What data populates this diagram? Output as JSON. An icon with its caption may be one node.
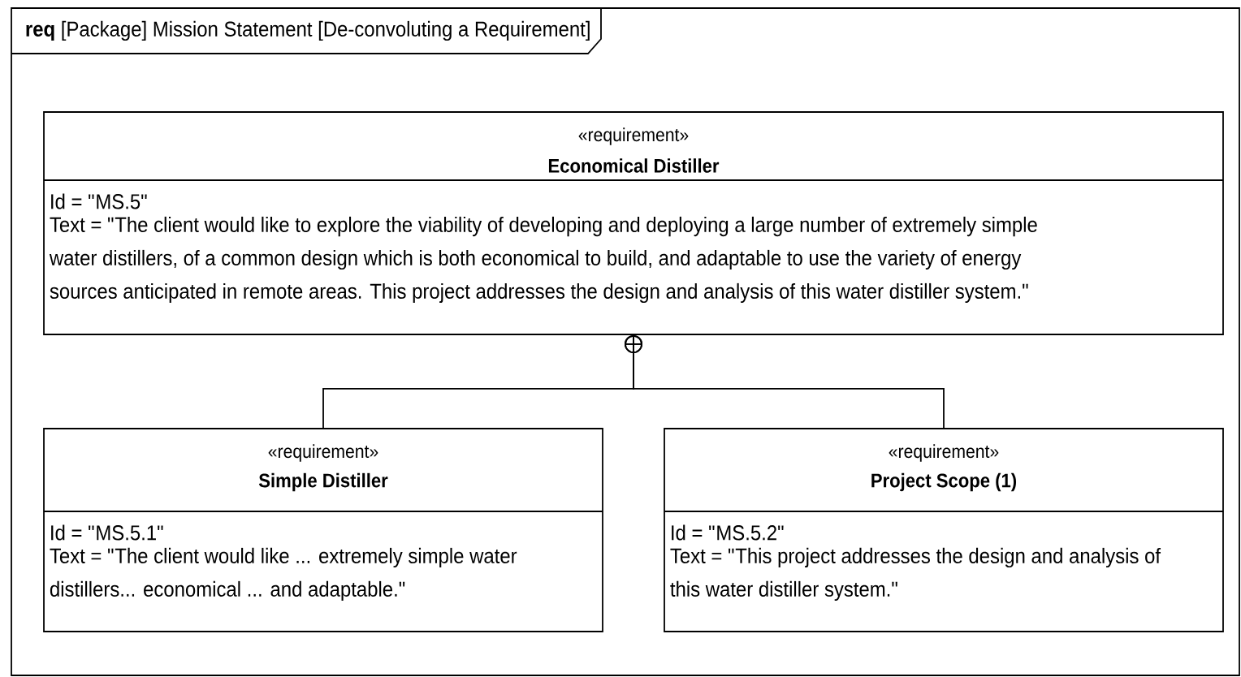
{
  "diagram": {
    "nodes": [
      {
        "text": [
          "**req** [Package] Mission Statement [De-convoluting a Requirement]"
        ]
      },
      {
        "text": [
          "«requirement»",
          "Economical Distiller",
          "Id = \"MS.5\"",
          "Text = \"The client would like to explore the viability of developing and deploying a large number of extremely simple water distillers, of a common design which is both economical to build, and adaptable to use the variety of energy sources anticipated in remote areas. This project addresses the design and analysis of this water distiller system.\""
        ],
        "in": 0
      },
      {
        "text": [
          "«requirement»",
          "Simple Distiller",
          "Id = \"MS.5.1\"",
          "Text = \"The client would like ... extremely simple water distillers... economical ... and adaptable.\""
        ],
        "in": 0
      },
      {
        "text": [
          "«requirement»",
          "Project Scope (1)",
          "Id = \"MS.5.2\"",
          "Text = \"This project addresses the design and analysis of this water distiller system.\""
        ],
        "in": 0
      }
    ],
    "edges": [
      {
        "from": 2,
        "to": 1,
        "arrow": "other"
      },
      {
        "from": 3,
        "to": 1,
        "arrow": "other"
      }
    ]
  }
}
